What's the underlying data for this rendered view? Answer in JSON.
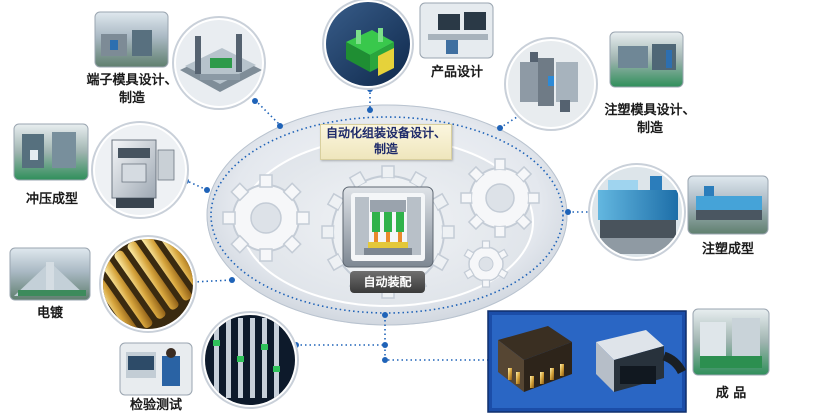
{
  "center": {
    "caption": "自动化组装设备设计、制造",
    "caption_line1": "自动化组装设备设计、",
    "caption_line2": "制造",
    "assembly_label": "自动装配"
  },
  "labels": {
    "terminal_mold_line1": "端子模具设计、",
    "terminal_mold_line2": "制造",
    "product_design": "产品设计",
    "injection_mold_line1": "注塑模具设计、",
    "injection_mold_line2": "制造",
    "stamping": "冲压成型",
    "injection_molding": "注塑成型",
    "plating": "电镀",
    "inspection": "检验测试",
    "finished_product": "成 品"
  },
  "colors": {
    "link_dots": "#1f63b8",
    "ellipse_fill": "#e3e7ec",
    "caption_text": "#1e2a6a"
  }
}
